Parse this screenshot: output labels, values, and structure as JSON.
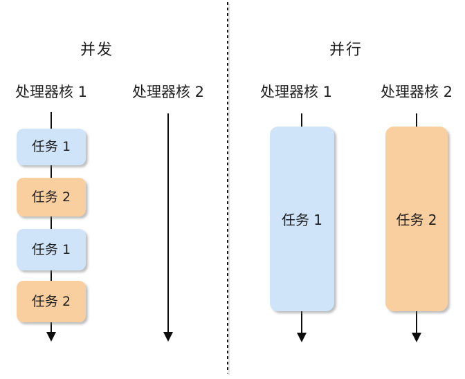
{
  "left_section": {
    "title": "并发",
    "cores": [
      {
        "label": "处理器核 1",
        "tasks": [
          "任务 1",
          "任务 2",
          "任务 1",
          "任务 2"
        ]
      },
      {
        "label": "处理器核 2",
        "tasks": []
      }
    ]
  },
  "right_section": {
    "title": "并行",
    "cores": [
      {
        "label": "处理器核 1",
        "task": "任务 1"
      },
      {
        "label": "处理器核 2",
        "task": "任务 2"
      }
    ]
  },
  "colors": {
    "task1_fill": "#CFE4F9",
    "task2_fill": "#F9CFA0",
    "line": "#0D0D0D",
    "text": "#1F1F1F",
    "background": "#FFFFFF"
  }
}
